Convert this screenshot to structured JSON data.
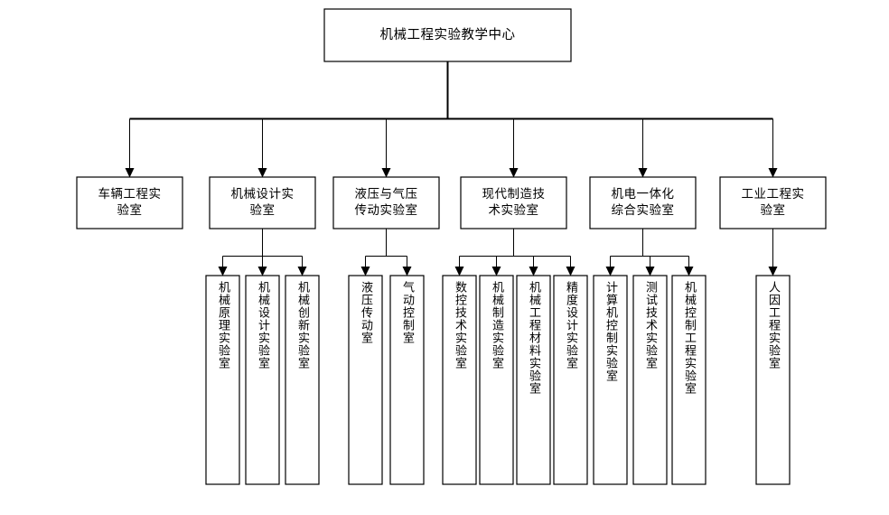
{
  "diagram": {
    "type": "organization-chart",
    "orientation": "top-down",
    "title_node": "机械工程实验教学中心",
    "background_color": "#ffffff",
    "line_color": "#000000",
    "box_fill": "#ffffff"
  },
  "root": {
    "label": "机械工程实验教学中心"
  },
  "level2": [
    {
      "label": "车辆工程实\n验室",
      "line1": "车辆工程实",
      "line2": "验室"
    },
    {
      "label": "机械设计实\n验室",
      "line1": "机械设计实",
      "line2": "验室"
    },
    {
      "label": "液压与气压\n传动实验室",
      "line1": "液压与气压",
      "line2": "传动实验室"
    },
    {
      "label": "现代制造技\n术实验室",
      "line1": "现代制造技",
      "line2": "术实验室"
    },
    {
      "label": "机电一体化\n综合实验室",
      "line1": "机电一体化",
      "line2": "综合实验室"
    },
    {
      "label": "工业工程实\n验室",
      "line1": "工业工程实",
      "line2": "验室"
    }
  ],
  "level3": {
    "group_1_children": [],
    "group_2_children": [
      {
        "label": "机械原理实验室"
      },
      {
        "label": "机械设计实验室"
      },
      {
        "label": "机械创新实验室"
      }
    ],
    "group_3_children": [
      {
        "label": "液压传动室"
      },
      {
        "label": "气动控制室"
      }
    ],
    "group_4_children": [
      {
        "label": "数控技术实验室"
      },
      {
        "label": "机械制造实验室"
      },
      {
        "label": "机械工程材料实验室"
      },
      {
        "label": "精度设计实验室"
      }
    ],
    "group_5_children": [
      {
        "label": "计算机控制实验室"
      },
      {
        "label": "测试技术实验室"
      },
      {
        "label": "机械控制工程实验室"
      }
    ],
    "group_6_children": [
      {
        "label": "人因工程实验室"
      }
    ]
  }
}
